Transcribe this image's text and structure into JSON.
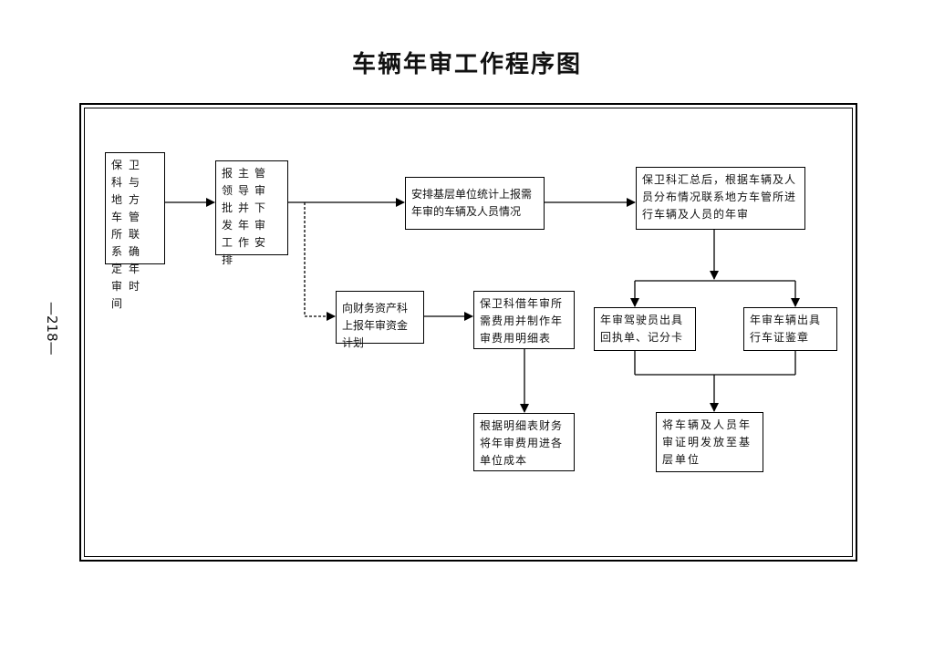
{
  "page": {
    "title": "车辆年审工作程序图",
    "page_number": "—218—"
  },
  "nodes": {
    "n1": "保卫科与地方车管所联系确定年审时间",
    "n2": "报主管领导审批并下发年审工作安排",
    "n3": "安排基层单位统计上报需年审的车辆及人员情况",
    "n4": "保卫科汇总后，根据车辆及人员分布情况联系地方车管所进行车辆及人员的年审",
    "n5": "向财务资产科上报年审资金计划",
    "n6": "保卫科借年审所需费用并制作年审费用明细表",
    "n7": "根据明细表财务将年审费用进各单位成本",
    "n8": "年审驾驶员出具回执单、记分卡",
    "n9": "年审车辆出具行车证鉴章",
    "n10": "将车辆及人员年审证明发放至基层单位"
  },
  "colors": {
    "line": "#000000",
    "background": "#ffffff"
  }
}
